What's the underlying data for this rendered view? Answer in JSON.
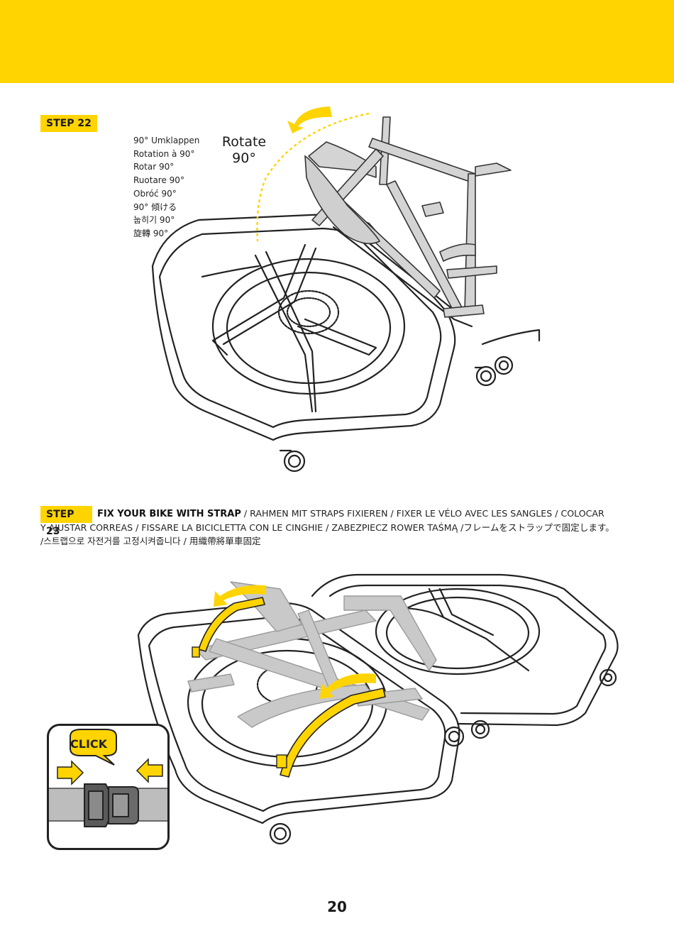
{
  "step22": {
    "badge": "STEP 22",
    "rotate_label_line1": "Rotate",
    "rotate_label_line2": "90°",
    "translations": [
      "90° Umklappen",
      "Rotation à 90°",
      "Rotar 90°",
      "Ruotare 90°",
      "Obróć  90°",
      "90° 傾ける",
      "눕히기 90°",
      "旋轉 90°"
    ]
  },
  "step23": {
    "badge": "STEP 23",
    "lead": "FIX YOUR BIKE WITH STRAP",
    "line1_rest": " / RAHMEN MIT STRAPS FIXIEREN / FIXER LE VÉLO AVEC LES SANGLES / COLOCAR",
    "line2": "Y AJUSTAR CORREAS / FISSARE LA BICICLETTA CON LE CINGHIE / ZABEZPIECZ ROWER TAŚMĄ /フレームをストラップで固定します。",
    "line3": "/스트랩으로  자전거를  고정시켜줍니다 / 用織帶將單車固定"
  },
  "click_panel": {
    "label": "CLICK"
  },
  "page": {
    "number": "20"
  },
  "colors": {
    "accent": "#FFD400",
    "ink": "#1a1a1a",
    "gray_part": "#c9c9c9"
  },
  "icons": [
    "rotate-arrow-icon",
    "push-arrow-icon",
    "buckle-icon"
  ]
}
